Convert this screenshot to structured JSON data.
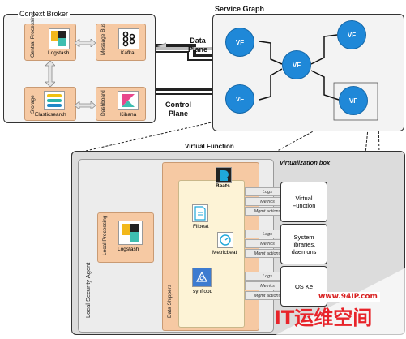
{
  "context_broker": {
    "title": "Context Broker",
    "central_processing": "Central Processing",
    "logstash": "Logstash",
    "message_bus": "Message Bus",
    "kafka": "Kafka",
    "storage": "Storage",
    "elasticsearch": "Elasticsearch",
    "dashboard": "Dashboard",
    "kibana": "Kibana"
  },
  "planes": {
    "data_plane": "Data\nPlane",
    "control_plane": "Control\nPlane"
  },
  "service_graph": {
    "title": "Service Graph",
    "node_label": "VF"
  },
  "virtual_function": {
    "title": "Virtual Function",
    "virtualization_box": "Virtualization box",
    "local_security_agent": "Local Security Agent",
    "local_processing": "Local Processing",
    "logstash": "Logstash",
    "data_shippers": "Data Shippers",
    "beats": "Beats",
    "filbeat": "Filbeat",
    "metricbeat": "Metricbeat",
    "synflood": "synflood",
    "layers": [
      {
        "name": "Virtual\nFunction",
        "logs": "Logs",
        "metrics": "Metrics",
        "mgmt": "Mgmt actions"
      },
      {
        "name": "System\nlibraries,\ndaemons",
        "logs": "Logs",
        "metrics": "Metrics",
        "mgmt": "Mgmt actions"
      },
      {
        "name": "OS Ke",
        "logs": "Logs",
        "metrics": "Metrics",
        "mgmt": "Mgmt actions"
      }
    ]
  },
  "watermark": {
    "url": "www.94IP.com",
    "text": "IT运维空间"
  },
  "colors": {
    "vf_node": "#1f88d8",
    "orange_box": "#f6c9a3",
    "inner_panel": "#fdf3d6",
    "watermark": "#e8242a"
  }
}
